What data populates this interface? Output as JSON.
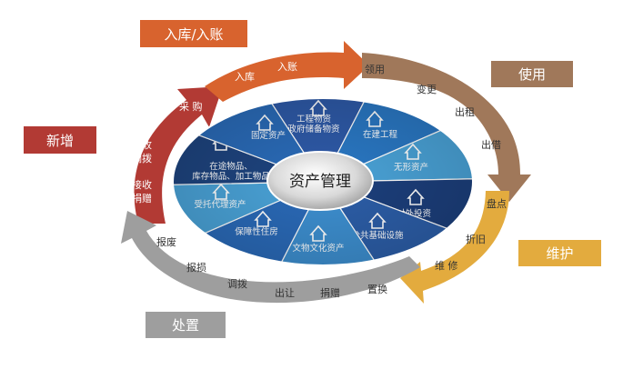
{
  "tags": {
    "ruku": "入库/入账",
    "xinzeng": "新增",
    "shiyong": "使用",
    "weihu": "维护",
    "chuzhi": "处置"
  },
  "arrow_red": {
    "caigou": "采 购",
    "jieshou_diaobo": [
      "接收",
      "调拨"
    ],
    "jieshou_juanzeng": [
      "接收",
      "捐赠"
    ]
  },
  "arrow_orange": {
    "ruku": "入库",
    "ruzhang": "入账"
  },
  "arrow_brown": {
    "lingyong": "领用",
    "biangeng": "变更",
    "chuzu": "出租",
    "chujie": "出借"
  },
  "arrow_yellow": {
    "pandian": "盘点",
    "zhejiu": "折旧",
    "weixiu": "维 修"
  },
  "arrow_gray": {
    "baofei": "报废",
    "baosun": "报损",
    "diaobo": "调拨",
    "churang": "出让",
    "juanzeng": "捐赠",
    "zhihuan": "置换"
  },
  "center": "资产管理",
  "segments": [
    {
      "key": "gongcheng",
      "lines": [
        "工程物资",
        "政府储备物资"
      ],
      "icon": "house-icon",
      "color": "#2e5aa8"
    },
    {
      "key": "zaijian",
      "lines": [
        "在建工程"
      ],
      "icon": "bank-icon",
      "color": "#2a78c4"
    },
    {
      "key": "wuxing",
      "lines": [
        "无形资产"
      ],
      "icon": "certificate-icon",
      "color": "#4aa3d8"
    },
    {
      "key": "duiwai",
      "lines": [
        "对外投资"
      ],
      "icon": "coins-icon",
      "color": "#1c3f7c"
    },
    {
      "key": "gonggong",
      "lines": [
        "公共基础设施"
      ],
      "icon": "road-icon",
      "color": "#2c5ea8"
    },
    {
      "key": "wenwu",
      "lines": [
        "文物文化资产"
      ],
      "icon": "vase-icon",
      "color": "#3d8fd0"
    },
    {
      "key": "baozhang",
      "lines": [
        "保障性住房"
      ],
      "icon": "home-badge-icon",
      "color": "#2a6ab8"
    },
    {
      "key": "shoutuo",
      "lines": [
        "受托代理资产"
      ],
      "icon": "yen-icon",
      "color": "#4aa3d8"
    },
    {
      "key": "zaitu",
      "lines": [
        "在途物品、",
        "库存物品、加工物品"
      ],
      "icon": "house-icon",
      "color": "#1e447f"
    },
    {
      "key": "guding",
      "lines": [
        "固定资产"
      ],
      "icon": "house-icon",
      "color": "#2a6bb8"
    }
  ],
  "colors": {
    "red": "#b23a34",
    "orange": "#d8632e",
    "brown": "#a0785a",
    "yellow": "#e3ab3e",
    "gray": "#9e9e9e"
  }
}
